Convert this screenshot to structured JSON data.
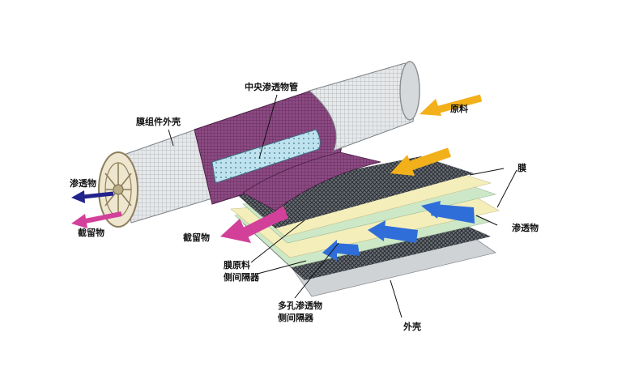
{
  "labels": {
    "central_tube": "中央渗透物管",
    "housing": "膜组件外壳",
    "feed": "原料",
    "permeate_left": "渗透物",
    "retentate_left": "截留物",
    "retentate_mid": "截留物",
    "membrane": "膜",
    "permeate_right": "渗透物",
    "feed_spacer_line1": "膜原料",
    "feed_spacer_line2": "侧间隔器",
    "porous_spacer_line1": "多孔渗透物",
    "porous_spacer_line2": "侧间隔器",
    "shell": "外壳"
  },
  "colors": {
    "feed_arrow": "#f2b01a",
    "permeate_arrow_blue": "#2f6ed8",
    "permeate_arrow_dark": "#23238c",
    "retentate_arrow": "#d2409a",
    "membrane_sheet": "#f4eebb",
    "spacer_mesh": "#5b6168",
    "green_sheet": "#cde8c7",
    "shell_sheet": "#d0d3d6",
    "housing_wrap": "#8a3a7a"
  }
}
